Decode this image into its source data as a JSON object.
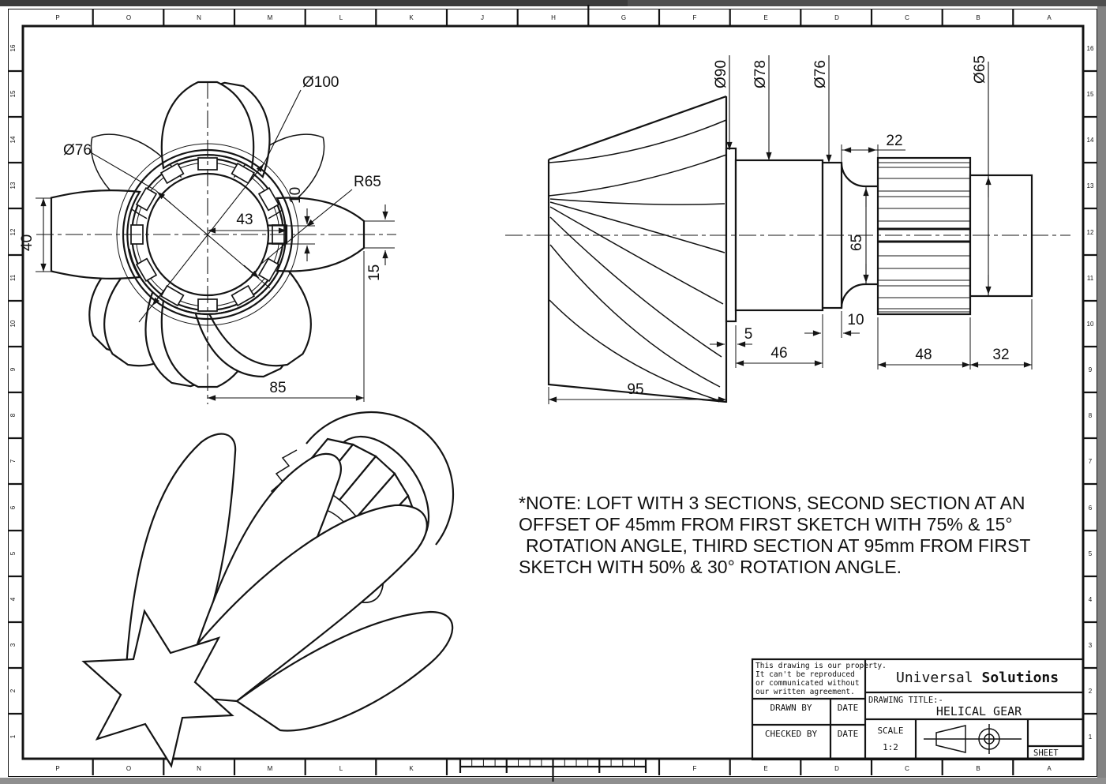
{
  "border": {
    "cols": [
      "P",
      "O",
      "N",
      "M",
      "L",
      "K",
      "J",
      "H",
      "G",
      "F",
      "E",
      "D",
      "C",
      "B",
      "A"
    ],
    "rows": [
      "16",
      "15",
      "14",
      "13",
      "12",
      "11",
      "10",
      "9",
      "8",
      "7",
      "6",
      "5",
      "4",
      "3",
      "2",
      "1"
    ]
  },
  "front": {
    "d76": "Ø76",
    "d100": "Ø100",
    "r65": "R65",
    "dim43": "43",
    "dim10": "10",
    "dim15": "15",
    "dim40": "40",
    "dim85": "85"
  },
  "side": {
    "d90": "Ø90",
    "d78": "Ø78",
    "d76": "Ø76",
    "d65": "Ø65",
    "dim22": "22",
    "dim65": "65",
    "dim10": "10",
    "dim5": "5",
    "dim46": "46",
    "dim48": "48",
    "dim32": "32",
    "dim95": "95"
  },
  "note": {
    "line1": "*NOTE: LOFT WITH 3 SECTIONS, SECOND SECTION AT AN",
    "line2": "OFFSET OF 45mm FROM FIRST SKETCH WITH 75% & 15°",
    "line3": "ROTATION ANGLE, THIRD SECTION AT 95mm FROM FIRST",
    "line4": "SKETCH WITH 50% & 30° ROTATION ANGLE."
  },
  "titleblock": {
    "property1": "This drawing is our property.",
    "property2": "It can't be reproduced",
    "property3": "or communicated without",
    "property4": "our written agreement.",
    "drawn_by": "DRAWN BY",
    "checked_by": "CHECKED BY",
    "date_label1": "DATE",
    "date_label2": "DATE",
    "company_1": "Universal",
    "company_2": "Solutions",
    "title_label": "DRAWING TITLE:-",
    "title": "HELICAL GEAR",
    "scale_label": "SCALE",
    "scale_value": "1:2",
    "sheet_label": "SHEET"
  }
}
